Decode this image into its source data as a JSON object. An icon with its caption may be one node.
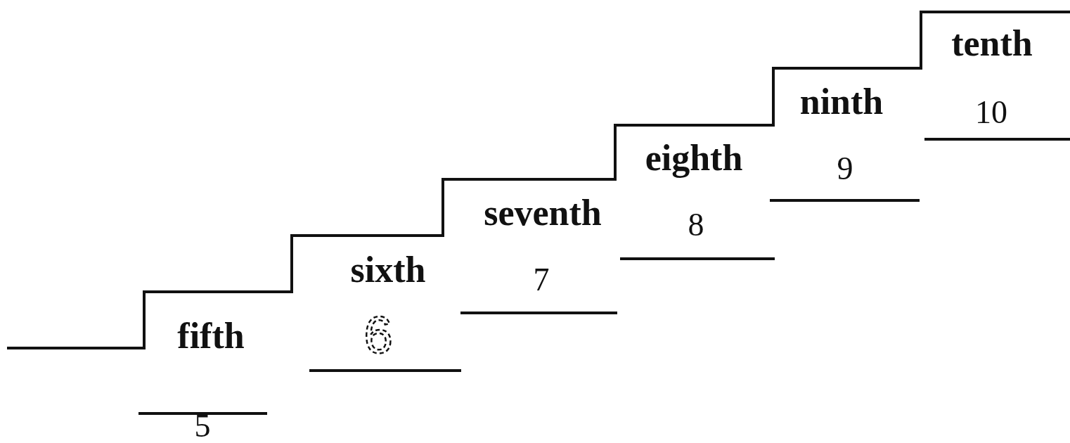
{
  "diagram": {
    "labels": [
      "fifth",
      "5",
      "sixth",
      "6",
      "seventh",
      "7",
      "eighth",
      "8",
      "ninth",
      "9",
      "tenth",
      "10"
    ]
  }
}
